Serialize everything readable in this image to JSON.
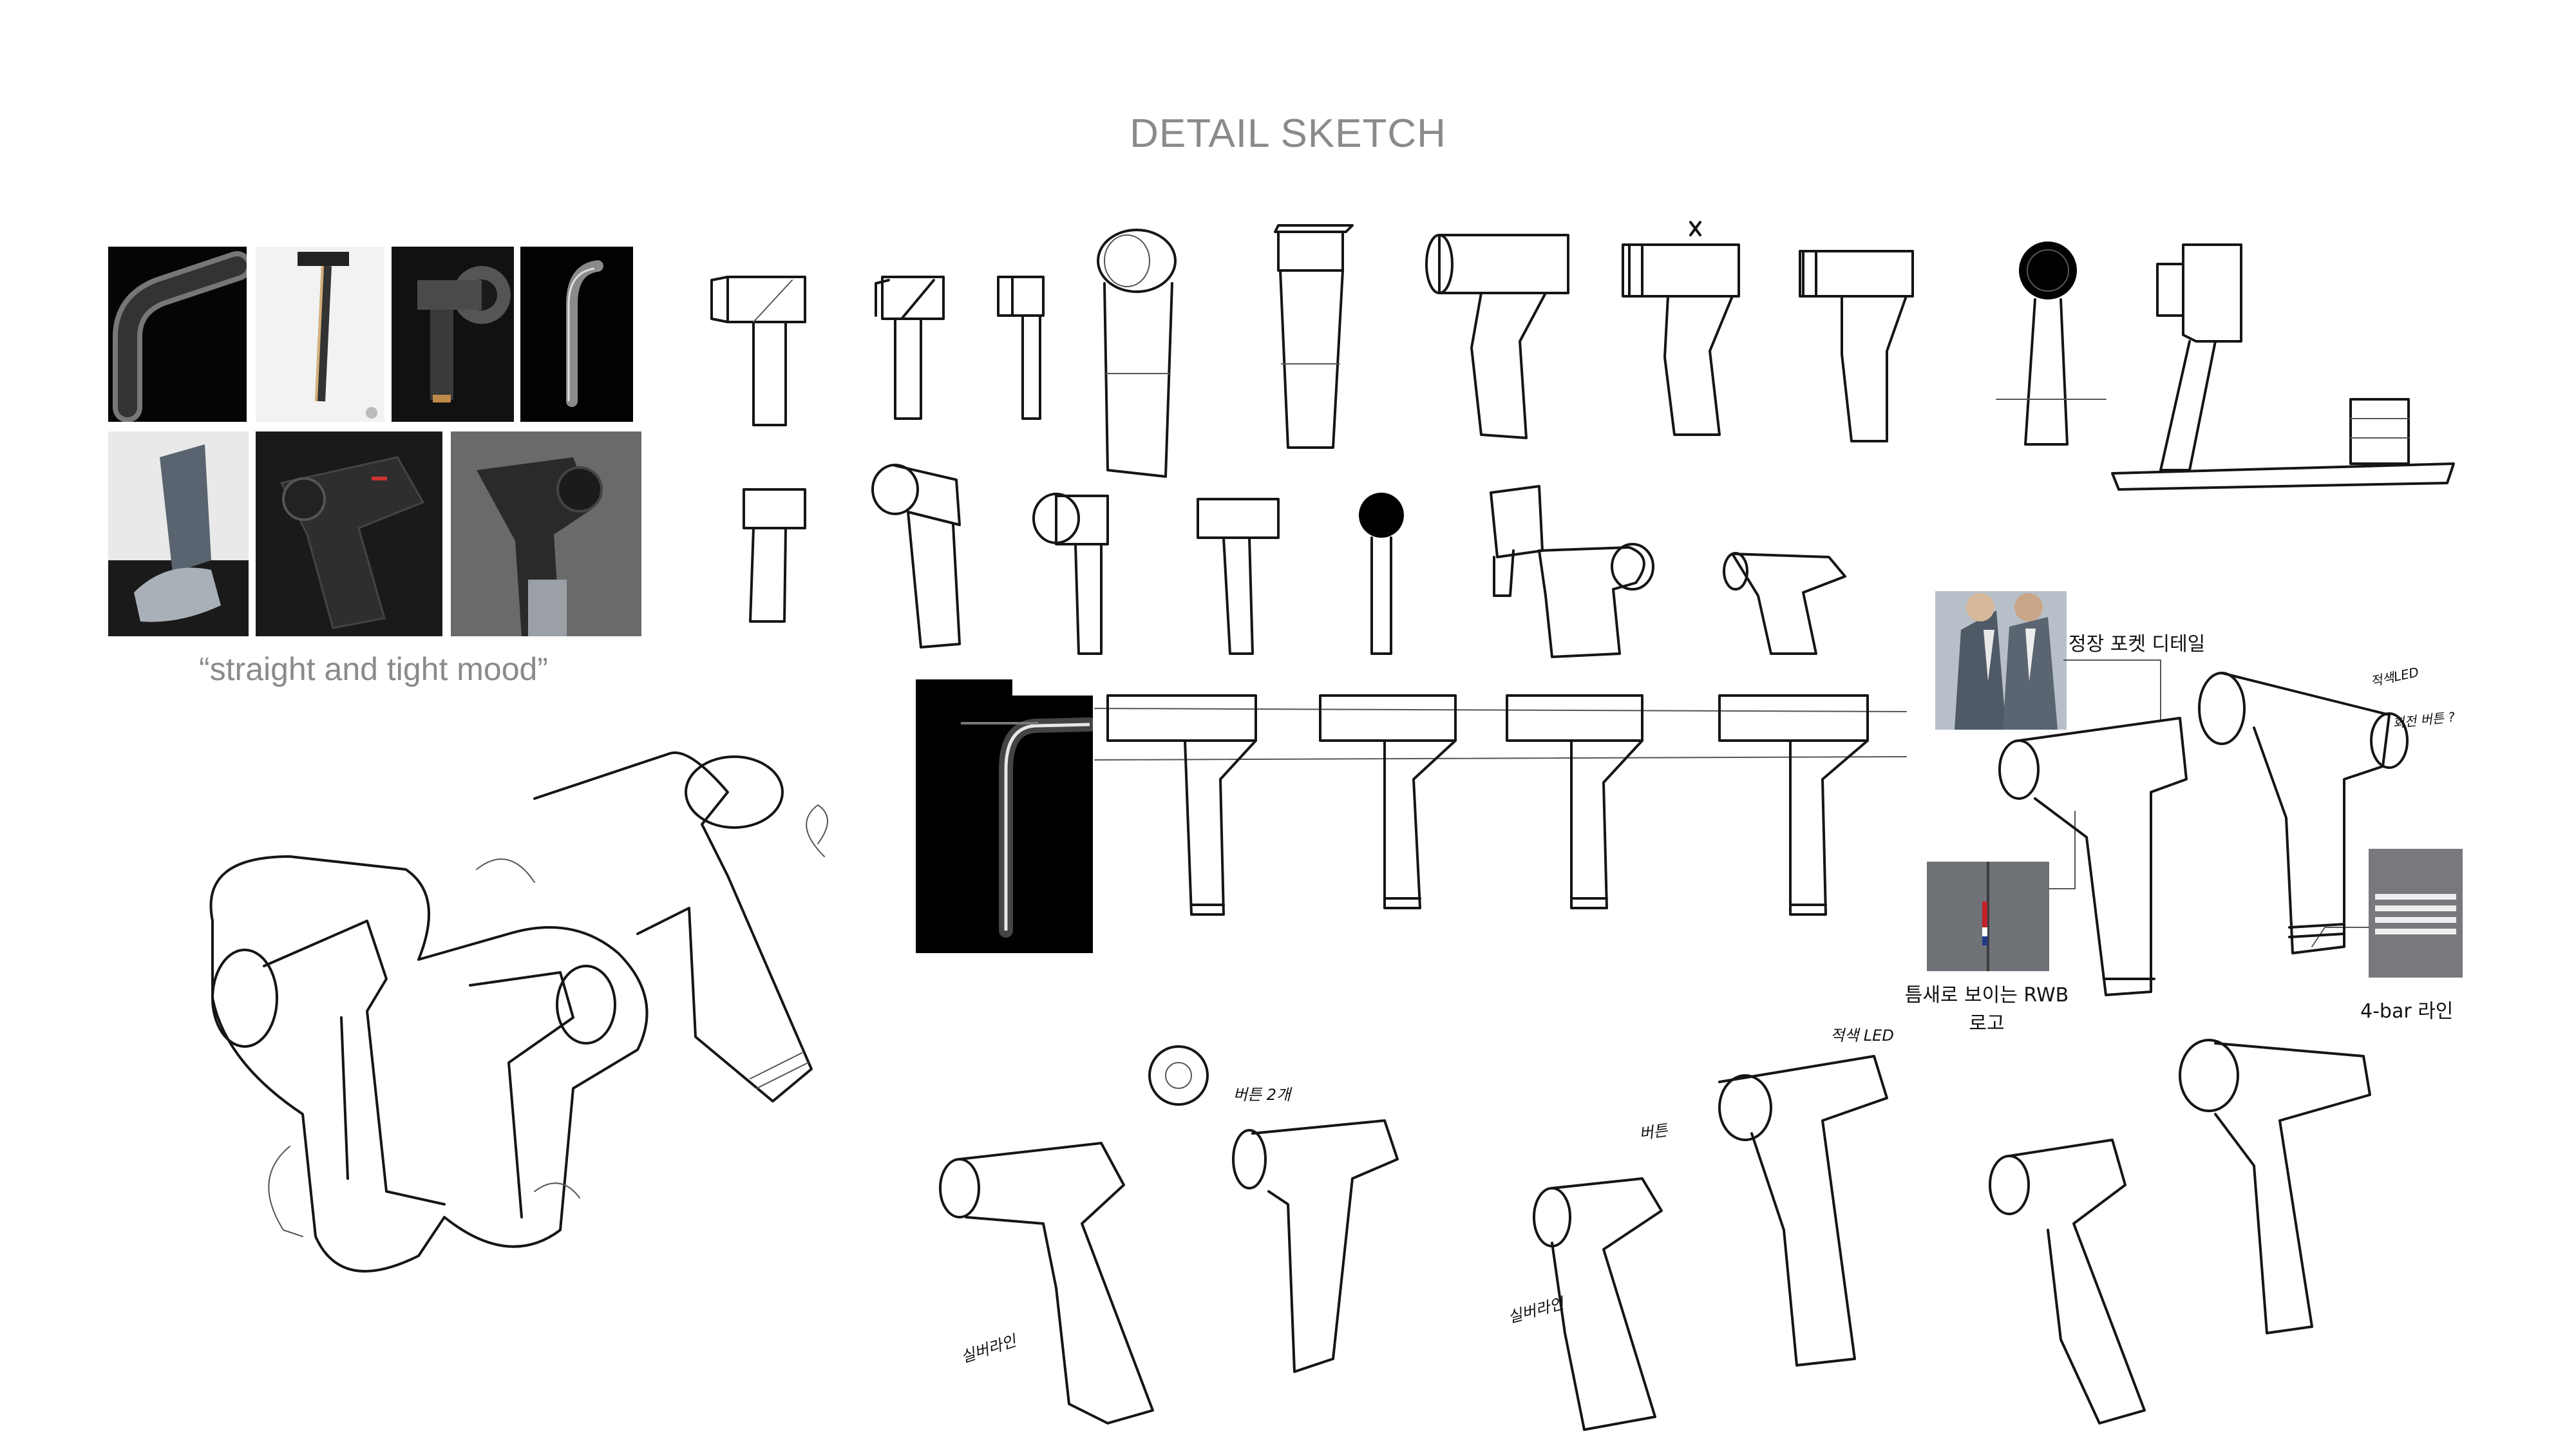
{
  "page": {
    "title": "DETAIL SKETCH"
  },
  "references": {
    "caption": "“straight and tight mood”"
  },
  "annotations": {
    "pocket_detail": "정장 포켓 디테일",
    "rwb_logo_line1": "틈새로 보이는 RWB",
    "rwb_logo_line2": "로고",
    "four_bar": "4-bar 라인",
    "hand_led_top": "적색LED",
    "hand_button_top": "회전 버튼 ?",
    "hand_button_bottom": "버튼 2개",
    "hand_led_bottom": "적색 LED",
    "hand_button_left": "버튼",
    "hand_silver_line_1": "실버라인",
    "hand_silver_line_2": "실버라인"
  },
  "colors": {
    "title_gray": "#8a8a8a",
    "ink": "#151515",
    "photo_dark": "#0d0d0d",
    "suit_gray": "#6f7378"
  }
}
